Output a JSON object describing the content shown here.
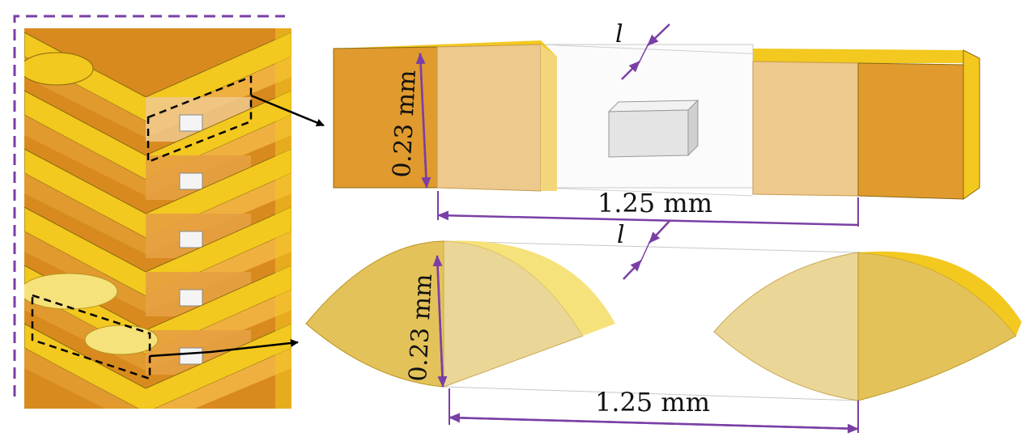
{
  "labels": {
    "top_height": "0.23 mm",
    "top_width": "1.25 mm",
    "top_gap": "l",
    "bottom_height": "0.23 mm",
    "bottom_width": "1.25 mm",
    "bottom_gap": "l"
  },
  "colors": {
    "dimension": "#7a3fa6",
    "yellow": "#f3c81f",
    "orange": "#e09a2e",
    "light_orange": "#eec98d",
    "leaf": "#e3c25a",
    "frame": "#7a3fa6",
    "callout": "#000000"
  }
}
